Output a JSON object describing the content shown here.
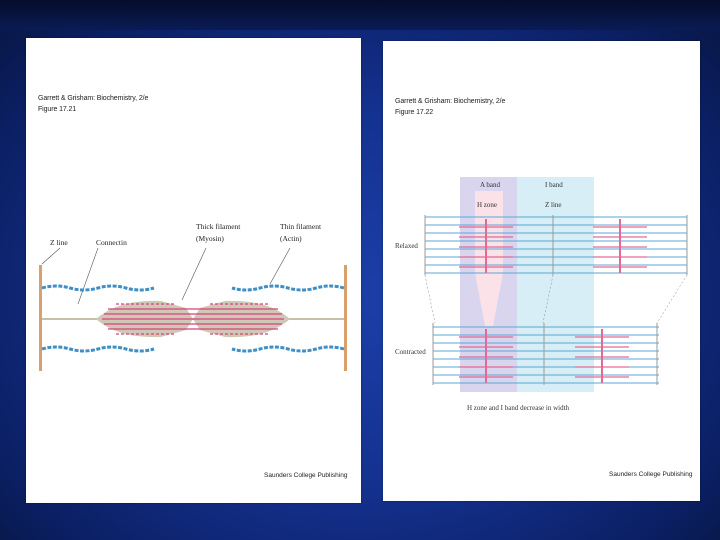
{
  "left_figure": {
    "caption_line1": "Garrett & Grisham: Biochemistry, 2/e",
    "caption_line2": "Figure 17.21",
    "labels": {
      "z_line": "Z line",
      "connectin": "Connectin",
      "thick_filament_line1": "Thick filament",
      "thick_filament_line2": "(Myosin)",
      "thin_filament_line1": "Thin filament",
      "thin_filament_line2": "(Actin)"
    },
    "publisher": "Saunders College Publishing"
  },
  "right_figure": {
    "caption_line1": "Garrett & Grisham: Biochemistry, 2/e",
    "caption_line2": "Figure 17.22",
    "labels": {
      "a_band": "A band",
      "i_band": "I band",
      "h_zone": "H zone",
      "z_line": "Z line",
      "relaxed": "Relaxed",
      "contracted": "Contracted",
      "note": "H zone and I band decrease in width"
    },
    "publisher": "Saunders College Publishing"
  },
  "colors": {
    "slide_background": "#14318f",
    "z_disc": "#d9a06a",
    "actin": "#3f8fc6",
    "myosin": "#d8417a",
    "myosin_sheath": "#cfc8b6",
    "a_band_shade": "#d9d5ee",
    "i_band_shade": "#d7eef7",
    "h_zone_shade": "#fbe1e8",
    "line_blue": "#5aa7d6",
    "line_pink": "#e36a95"
  }
}
